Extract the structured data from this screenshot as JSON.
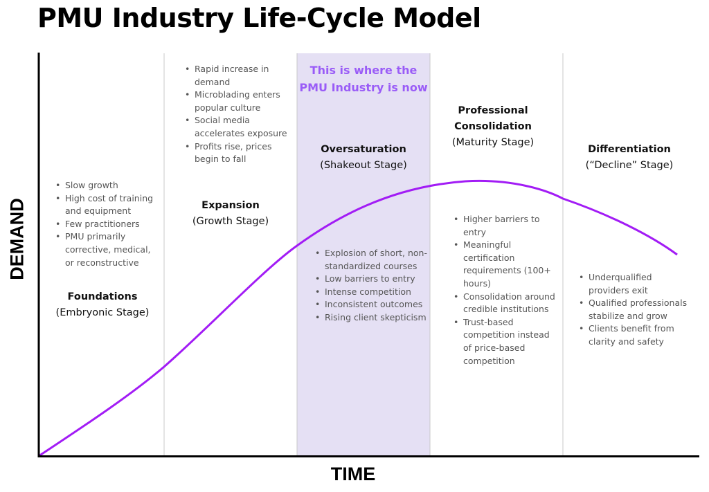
{
  "title": "PMU Industry Life-Cycle Model",
  "axes": {
    "y_label": "DEMAND",
    "x_label": "TIME"
  },
  "highlight_note": "This is where the PMU Industry is now",
  "colors": {
    "curve": "#a21cf5",
    "highlight": "#e5e0f4",
    "note": "#9a5cf7"
  },
  "stages": [
    {
      "name": "Foundations",
      "stage": "(Embryonic Stage)",
      "bullets": [
        "Slow growth",
        "High cost of training and equipment",
        "Few practitioners",
        "PMU primarily corrective, medical, or reconstructive"
      ]
    },
    {
      "name": "Expansion",
      "stage": "(Growth Stage)",
      "bullets": [
        "Rapid increase in demand",
        "Microblading enters popular culture",
        "Social media accelerates exposure",
        "Profits rise, prices begin to fall"
      ]
    },
    {
      "name": "Oversaturation",
      "stage": "(Shakeout Stage)",
      "bullets": [
        "Explosion of short, non-standardized courses",
        "Low barriers to entry",
        "Intense competition",
        "Inconsistent outcomes",
        "Rising client skepticism"
      ]
    },
    {
      "name": "Professional Consolidation",
      "stage": "(Maturity Stage)",
      "bullets": [
        "Higher barriers to entry",
        "Meaningful certification requirements (100+ hours)",
        "Consolidation around credible institutions",
        "Trust-based competition instead of price-based competition"
      ]
    },
    {
      "name": "Differentiation",
      "stage": "(“Decline” Stage)",
      "bullets": [
        "Underqualified providers exit",
        "Qualified professionals stabilize and grow",
        "Clients benefit from clarity and safety"
      ]
    }
  ]
}
